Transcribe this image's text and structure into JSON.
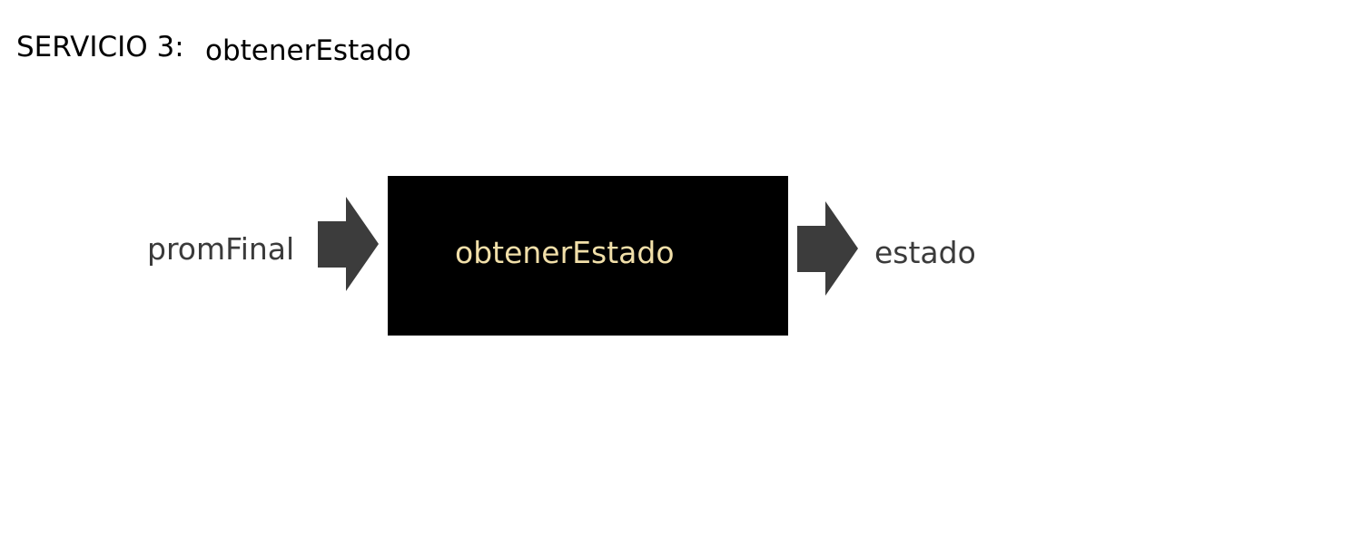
{
  "header": {
    "service_label": "SERVICIO 3:",
    "service_name": "obtenerEstado"
  },
  "diagram": {
    "input": "promFinal",
    "process": "obtenerEstado",
    "output": "estado"
  },
  "colors": {
    "box_fill": "#000000",
    "process_text": "#f1dfa9",
    "arrow_fill": "#3c3c3c",
    "io_text": "#3b3b3b",
    "header_text": "#000000"
  },
  "icons": {
    "input_arrow": "block-arrow-right-icon",
    "output_arrow": "block-arrow-right-icon"
  }
}
